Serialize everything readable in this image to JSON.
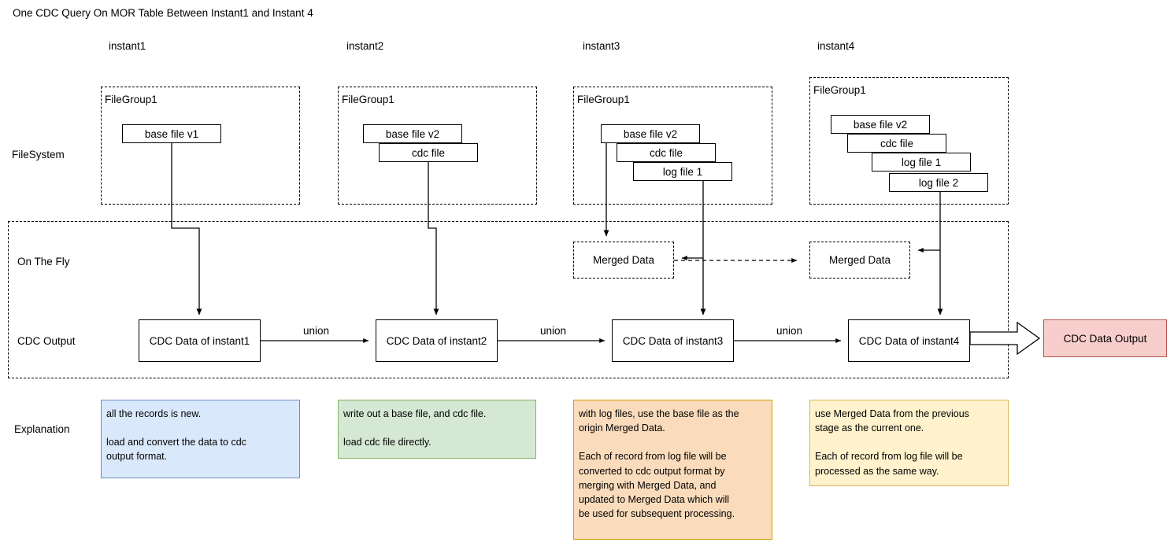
{
  "title": "One CDC Query On MOR Table Between Instant1 and Instant 4",
  "columns": [
    {
      "label": "instant1"
    },
    {
      "label": "instant2"
    },
    {
      "label": "instant3"
    },
    {
      "label": "instant4"
    }
  ],
  "row_labels": {
    "filesystem": "FileSystem",
    "on_the_fly": "On The Fly",
    "cdc_output": "CDC Output",
    "explanation": "Explanation"
  },
  "filesystem": {
    "group_label": "FileGroup1",
    "groups": [
      {
        "files": [
          {
            "label": "base file v1"
          }
        ]
      },
      {
        "files": [
          {
            "label": "base file v2"
          },
          {
            "label": "cdc file"
          }
        ]
      },
      {
        "files": [
          {
            "label": "base file v2"
          },
          {
            "label": "cdc file"
          },
          {
            "label": "log file 1"
          }
        ]
      },
      {
        "files": [
          {
            "label": "base file v2"
          },
          {
            "label": "cdc file"
          },
          {
            "label": "log file 1"
          },
          {
            "label": "log file 2"
          }
        ]
      }
    ]
  },
  "on_the_fly": {
    "merged": [
      {
        "label": "Merged Data"
      },
      {
        "label": "Merged Data"
      }
    ]
  },
  "cdc_output": {
    "boxes": [
      {
        "label": "CDC Data of instant1"
      },
      {
        "label": "CDC Data of instant2"
      },
      {
        "label": "CDC Data of instant3"
      },
      {
        "label": "CDC Data of instant4"
      }
    ],
    "connector_labels": [
      "union",
      "union",
      "union"
    ],
    "final_output": "CDC Data Output"
  },
  "explanations": [
    {
      "color": "#dae8fc",
      "border": "#6c8ebf",
      "text": "all the records is new.\n\nload and convert the data to cdc\noutput format."
    },
    {
      "color": "#d5e8d4",
      "border": "#82b366",
      "text": "write out a base file, and cdc file.\n\nload cdc file directly."
    },
    {
      "color": "#fadcbc",
      "border": "#d79b00",
      "text": "with log files, use the base file as the\norigin Merged Data.\n\nEach of record from log file will be\nconverted to cdc output format by\nmerging with Merged Data, and\nupdated to Merged Data which will\nbe used for subsequent processing."
    },
    {
      "color": "#fff2cc",
      "border": "#d6b656",
      "text": "use Merged Data from the previous\nstage as the current one.\n\nEach of record from log file will be\nprocessed as the same way."
    }
  ]
}
